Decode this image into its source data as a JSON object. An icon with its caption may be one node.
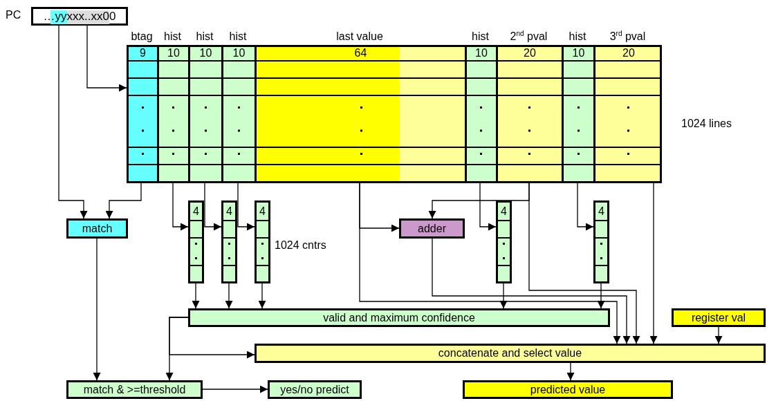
{
  "diagram": {
    "nodes": [
      {
        "text": [
          "…yyxxx..xx00"
        ],
        "beside": [
          "PC"
        ]
      },
      {
        "text": [
          "btag",
          "9"
        ]
      },
      {
        "text": [
          "hist",
          "10"
        ]
      },
      {
        "text": [
          "hist",
          "10"
        ]
      },
      {
        "text": [
          "hist",
          "10"
        ]
      },
      {
        "text": [
          "last value",
          "64"
        ]
      },
      {
        "text": [
          "hist",
          "10"
        ]
      },
      {
        "text": [
          "2$^{nd}$ pval",
          "20"
        ]
      },
      {
        "text": [
          "hist",
          "10"
        ]
      },
      {
        "text": [
          "3$^{rd}$ pval",
          "20"
        ]
      },
      {
        "text": [
          "match"
        ]
      },
      {
        "text": [
          "4"
        ]
      },
      {
        "text": [
          "4"
        ]
      },
      {
        "text": [
          "4"
        ],
        "beside": [
          "1024 cntrs"
        ]
      },
      {
        "text": [
          "adder"
        ]
      },
      {
        "text": [
          "4"
        ]
      },
      {
        "text": [
          "4"
        ]
      },
      {
        "text": [
          "valid and maximum confidence"
        ]
      },
      {
        "text": [
          "register val"
        ]
      },
      {
        "text": [
          "concatenate and select value"
        ]
      },
      {
        "text": [
          "match & >=threshold"
        ]
      },
      {
        "text": [
          "yes/no predict"
        ]
      },
      {
        "text": [
          "predicted value"
        ]
      }
    ],
    "edges": [
      {
        "from": 0,
        "to": 10,
        "arrow": "to"
      },
      {
        "from": 0,
        "to": 1,
        "arrow": "to"
      },
      {
        "from": 1,
        "to": 10,
        "arrow": "to"
      },
      {
        "from": 2,
        "to": 11,
        "arrow": "to"
      },
      {
        "from": 3,
        "to": 12,
        "arrow": "to"
      },
      {
        "from": 4,
        "to": 13,
        "arrow": "to"
      },
      {
        "from": 6,
        "to": 15,
        "arrow": "to"
      },
      {
        "from": 8,
        "to": 16,
        "arrow": "to"
      },
      {
        "from": 5,
        "to": 14,
        "arrow": "to"
      },
      {
        "from": 7,
        "to": 14,
        "arrow": "to"
      },
      {
        "from": 11,
        "to": 17,
        "arrow": "to"
      },
      {
        "from": 12,
        "to": 17,
        "arrow": "to"
      },
      {
        "from": 13,
        "to": 17,
        "arrow": "to"
      },
      {
        "from": 15,
        "to": 17,
        "arrow": "to"
      },
      {
        "from": 16,
        "to": 17,
        "arrow": "to"
      },
      {
        "from": 5,
        "to": 19,
        "arrow": "to"
      },
      {
        "from": 14,
        "to": 19,
        "arrow": "to"
      },
      {
        "from": 7,
        "to": 19,
        "arrow": "to"
      },
      {
        "from": 9,
        "to": 19,
        "arrow": "to"
      },
      {
        "from": 18,
        "to": 19,
        "arrow": "to"
      },
      {
        "from": 17,
        "to": 19,
        "arrow": "to"
      },
      {
        "from": 17,
        "to": 20,
        "arrow": "to"
      },
      {
        "from": 10,
        "to": 20,
        "arrow": "to"
      },
      {
        "from": 20,
        "to": 21,
        "arrow": "to"
      },
      {
        "from": 19,
        "to": 22,
        "arrow": "to"
      }
    ],
    "labels": [
      "1024 lines"
    ]
  }
}
